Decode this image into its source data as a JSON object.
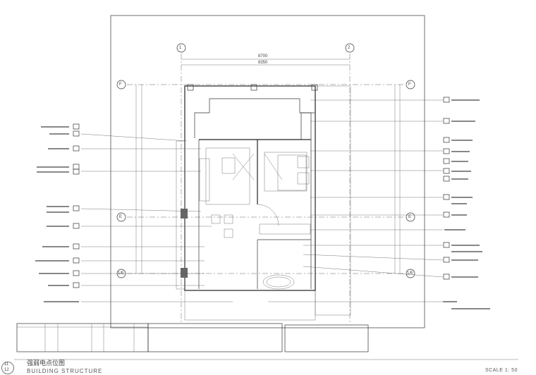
{
  "drawing": {
    "title_cn": "强弱电点位图",
    "title_en": "BUILDING STRUCTURE",
    "scale": "SCALE 1: 50",
    "sheet_ref_top": "11",
    "sheet_ref_bottom": "12"
  },
  "grid": {
    "columns": [
      "1",
      "2"
    ],
    "rows": [
      "F",
      "E",
      "1/E"
    ]
  },
  "dimensions": {
    "overall_outer": "8700",
    "overall_inner": "8350"
  },
  "colors": {
    "line": "#333333",
    "hatch": "#777777"
  }
}
